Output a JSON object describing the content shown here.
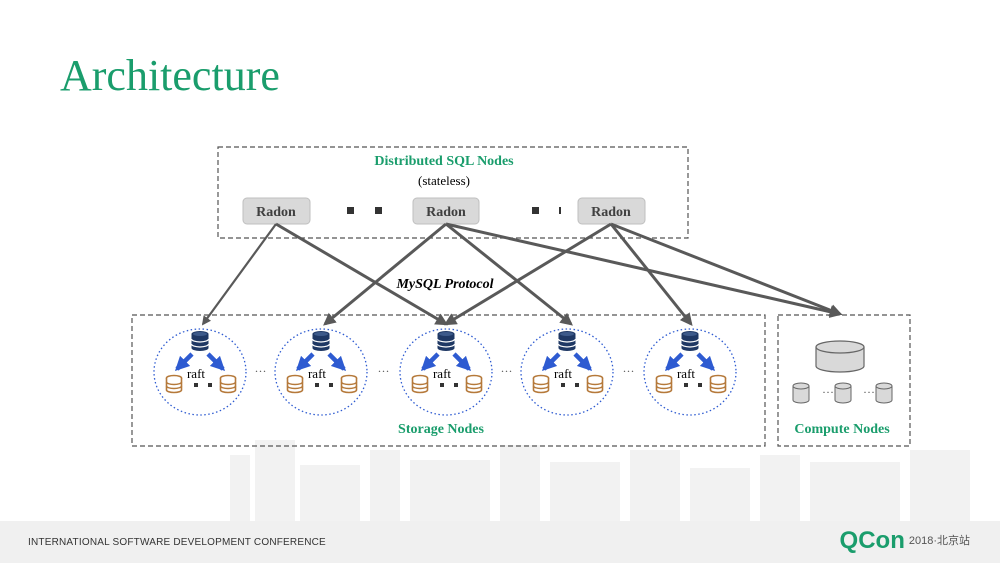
{
  "slide": {
    "title": "Architecture"
  },
  "sql_tier": {
    "title": "Distributed SQL Nodes",
    "subtitle": "(stateless)",
    "nodes": [
      "Radon",
      "Radon",
      "Radon"
    ]
  },
  "protocol_label": "MySQL Protocol",
  "storage_tier": {
    "title": "Storage Nodes",
    "groups": [
      {
        "label": "raft"
      },
      {
        "label": "raft"
      },
      {
        "label": "raft"
      },
      {
        "label": "raft"
      },
      {
        "label": "raft"
      }
    ]
  },
  "compute_tier": {
    "title": "Compute Nodes"
  },
  "footer": {
    "conference": "INTERNATIONAL SOFTWARE DEVELOPMENT CONFERENCE",
    "brand": "QCon",
    "edition": "2018·北京站"
  },
  "colors": {
    "accent": "#1a9d6c",
    "arrow": "#595959",
    "replica_arrow": "#2e5bd1",
    "master_db": "#1f3864",
    "replica_db": "#b5793a"
  }
}
